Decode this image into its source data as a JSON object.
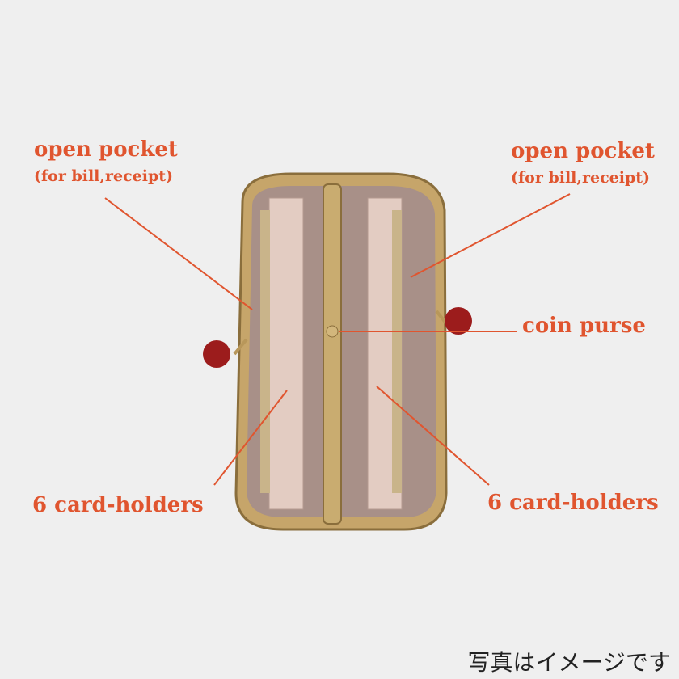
{
  "labels": {
    "open_pocket_left": "open pocket",
    "open_pocket_left_sub": "(for bill,receipt)",
    "open_pocket_right": "open pocket",
    "open_pocket_right_sub": "(for bill,receipt)",
    "coin_purse": "coin purse",
    "card_holders_left": "6 card-holders",
    "card_holders_right": "6 card-holders"
  },
  "caption": "写真はイメージです",
  "colors": {
    "accent": "#e0552f",
    "background": "#efefef",
    "frame": "#b8975a",
    "lining": "#a89088",
    "clasp": "#9c1c1c"
  }
}
